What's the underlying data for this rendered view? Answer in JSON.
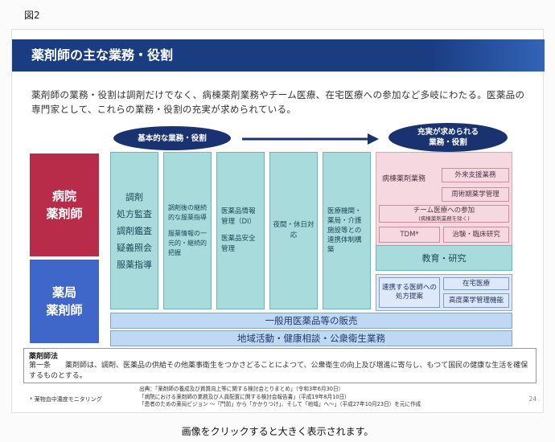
{
  "figure_label": "図2",
  "slide": {
    "title": "薬剤師の主な業務・役割",
    "intro": "薬剤師の業務・役割は調剤だけでなく、病棟薬剤業務やチーム医療、在宅医療への参加など多岐にわたる。医薬品の専門家として、これらの業務・役割の充実が求められている。",
    "oval_basic": "基本的な業務・役割",
    "oval_full": "充実が求められる\n業務・役割",
    "side_hospital": "病院\n薬剤師",
    "side_pharmacy": "薬局\n薬剤師",
    "col1": [
      "調剤",
      "処方監査",
      "調剤鑑査",
      "疑義照会",
      "服薬指導"
    ],
    "col2_a": "調剤後の継続的な服薬指導",
    "col2_b": "服薬情報の一元的・継続的把握",
    "col3_a": "医薬品情報管理（DI）",
    "col3_b": "医薬品安全管理",
    "col4": "夜間・休日対応",
    "col5": "医療機関・薬局・介護施設等との連携体制構築",
    "ward_label": "病棟薬剤業務",
    "ward_box1": "外来支援業務",
    "ward_box2": "周術期薬学管理",
    "team_label": "チーム医療への参加",
    "team_sub": "(病棟薬剤業務を除く)",
    "tdm": "TDM*",
    "clinical": "治験・臨床研究",
    "edu": "教育・研究",
    "link_pharm": "連携する医師への処方提案",
    "home_care": "在宅医療",
    "advanced": "高度薬学管理機能",
    "bar1": "一般用医薬品等の販売",
    "bar2": "地域活動・健康相談・公衆衛生業務",
    "law_title": "薬剤師法",
    "law_body": "第一条　　薬剤師は、調剤、医薬品の供給その他薬事衛生をつかさどることによつて、公衆衛生の向上及び増進に寄与し、もつて国民の健康な生活を確保するものとする。",
    "footnote": "* 薬物血中濃度モニタリング",
    "source": "出典：「薬剤師の養成及び資質向上等に関する検討会とりまとめ」（令和3年6月30日）\n「病院における薬剤師の業務及び人員配置に関する検討会報告書」（平成19年8月10日）\n「患者のための薬局ビジョン ～「門前」から「かかりつけ」、そして「地域」へ～」（平成27年10月23日）を元に作成",
    "page_number": "24"
  },
  "caption": "画像をクリックすると大きく表示されます。",
  "colors": {
    "title_bar": "#1a3d82",
    "oval": "#1a3370",
    "hospital": "#b82c4a",
    "pharmacy": "#3f66c9",
    "teal": "#a8dcdc",
    "pink": "#f6d9e0",
    "blue_light": "#bfd8f4"
  }
}
